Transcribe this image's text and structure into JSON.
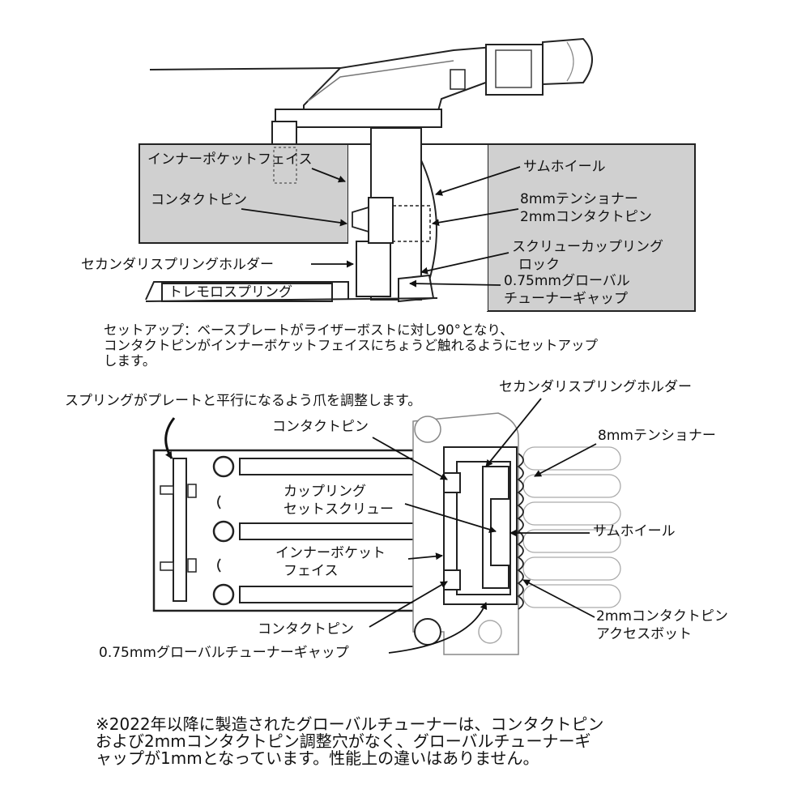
{
  "top_view": {
    "labels": {
      "inner_pocket_face": "インナーポケットフェイス",
      "contact_pin": "コンタクトピン",
      "secondary_spring_holder": "セカンダリスプリングホルダー",
      "tremolo_spring": "トレモロスプリング",
      "thumb_wheel": "サムホイール",
      "tensioner_8mm": "8mmテンショナー",
      "contact_pin_2mm": "2mmコンタクトピン",
      "screw_coupling_lock_1": "スクリューカップリング",
      "screw_coupling_lock_2": "ロック",
      "gap_1": "0.75mmグローバル",
      "gap_2": "チューナーギャップ"
    },
    "note_lines": [
      "セットアップ：ベースプレートがライザーボストに対し90°となり、",
      "コンタクトピンがインナーボケットフェイスにちょうど触れるようにセットアップ",
      "します。"
    ]
  },
  "bottom_view": {
    "labels": {
      "spring_adjust": "スプリングがプレートと平行になるよう爪を調整します。",
      "secondary_spring_holder": "セカンダリスプリングホルダー",
      "contact_pin_top": "コンタクトピン",
      "tensioner_8mm": "8mmテンショナー",
      "coupling_1": "カップリング",
      "coupling_2": "セットスクリュー",
      "thumb_wheel": "サムホイール",
      "inner_pocket_1": "インナーボケット",
      "inner_pocket_2": "フェイス",
      "contact_pin_bottom": "コンタクトピン",
      "access_pot_1": "2mmコンタクトピン",
      "access_pot_2": "アクセスボット",
      "gap": "0.75mmグローバルチューナーギャップ"
    }
  },
  "footnote_lines": [
    "※2022年以降に製造されたグローバルチューナーは、コンタクトピン",
    "および2mmコンタクトピン調整穴がなく、グローバルチューナーギ",
    "ャップが1mmとなっています。性能上の違いはありません。"
  ]
}
